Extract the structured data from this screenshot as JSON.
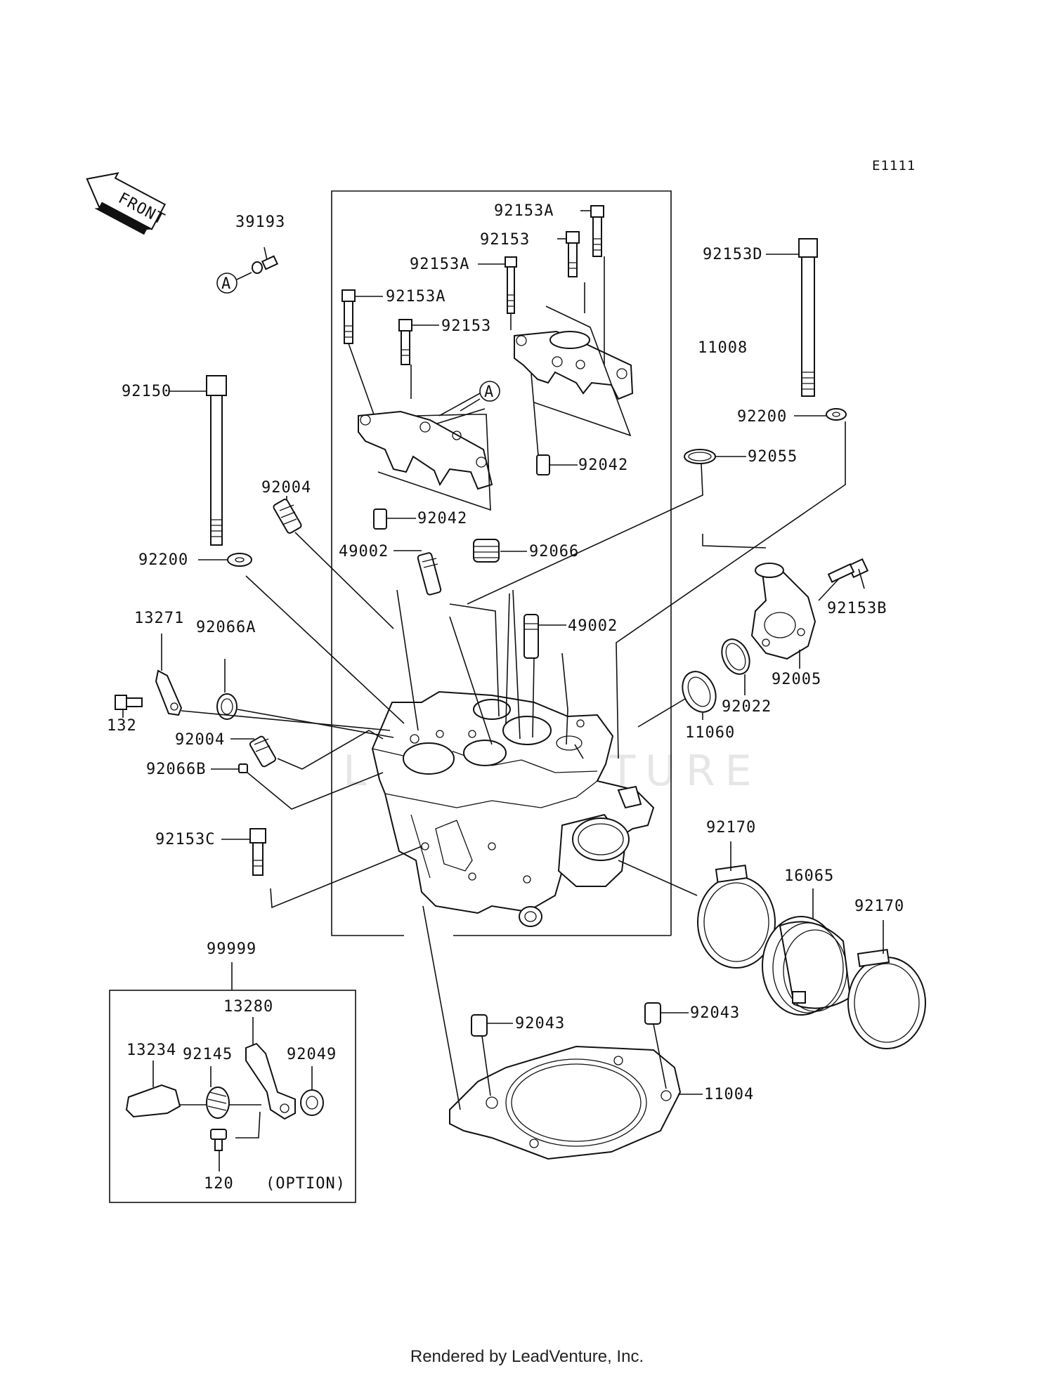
{
  "diagram": {
    "code": "E1111",
    "front_label": "FRONT",
    "callout_a": "A",
    "option_label": "(OPTION)",
    "parts": {
      "p39193": "39193",
      "p92153A_1": "92153A",
      "p92153_1": "92153",
      "p92153A_2": "92153A",
      "p92153A_3": "92153A",
      "p92153_2": "92153",
      "p11008": "11008",
      "p92153D": "92153D",
      "p92150": "92150",
      "p92200_1": "92200",
      "p92055": "92055",
      "p92042_1": "92042",
      "p92004_1": "92004",
      "p92042_2": "92042",
      "p92066": "92066",
      "p92200_2": "92200",
      "p49002_1": "49002",
      "p92153B": "92153B",
      "p13271": "13271",
      "p92066A": "92066A",
      "p49002_2": "49002",
      "p132": "132",
      "p92005": "92005",
      "p92022": "92022",
      "p11060": "11060",
      "p92004_2": "92004",
      "p92066B": "92066B",
      "p92170_1": "92170",
      "p92153C": "92153C",
      "p16065": "16065",
      "p92170_2": "92170",
      "p99999": "99999",
      "p13280": "13280",
      "p92043_1": "92043",
      "p92043_2": "92043",
      "p13234": "13234",
      "p92145": "92145",
      "p92049": "92049",
      "p11004": "11004",
      "p120": "120"
    }
  },
  "footer": {
    "credit": "Rendered by LeadVenture, Inc."
  }
}
